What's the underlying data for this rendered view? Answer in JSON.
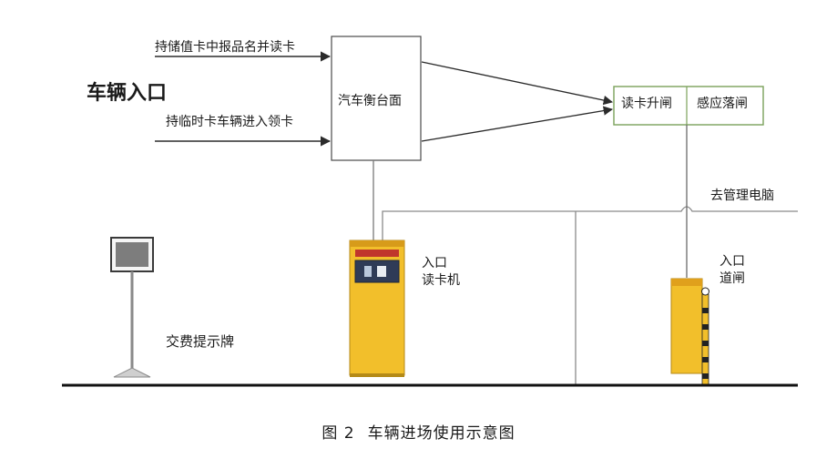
{
  "entrance_title": "车辆入口",
  "arrow_labels": {
    "stored_value": "持储值卡中报品名并读卡",
    "temporary": "持临时卡车辆进入领卡"
  },
  "detector_box": "汽车衡台面",
  "barrier_box": {
    "left": "读卡升闸",
    "right": "感应落闸"
  },
  "management_pc": "去管理电脑",
  "card_reader": {
    "line1": "入口",
    "line2": "读卡机"
  },
  "gate": {
    "line1": "入口",
    "line2": "道闸"
  },
  "fee_sign": "交费提示牌",
  "caption": {
    "number": "图 2",
    "text": "车辆进场使用示意图"
  },
  "colors": {
    "line": "#2b2b2b",
    "box_border": "#4a4a4a",
    "barrier_border": "#7aa15a",
    "machine_yellow": "#f2bf2b",
    "machine_red": "#c0362c",
    "ground": "#111111"
  }
}
